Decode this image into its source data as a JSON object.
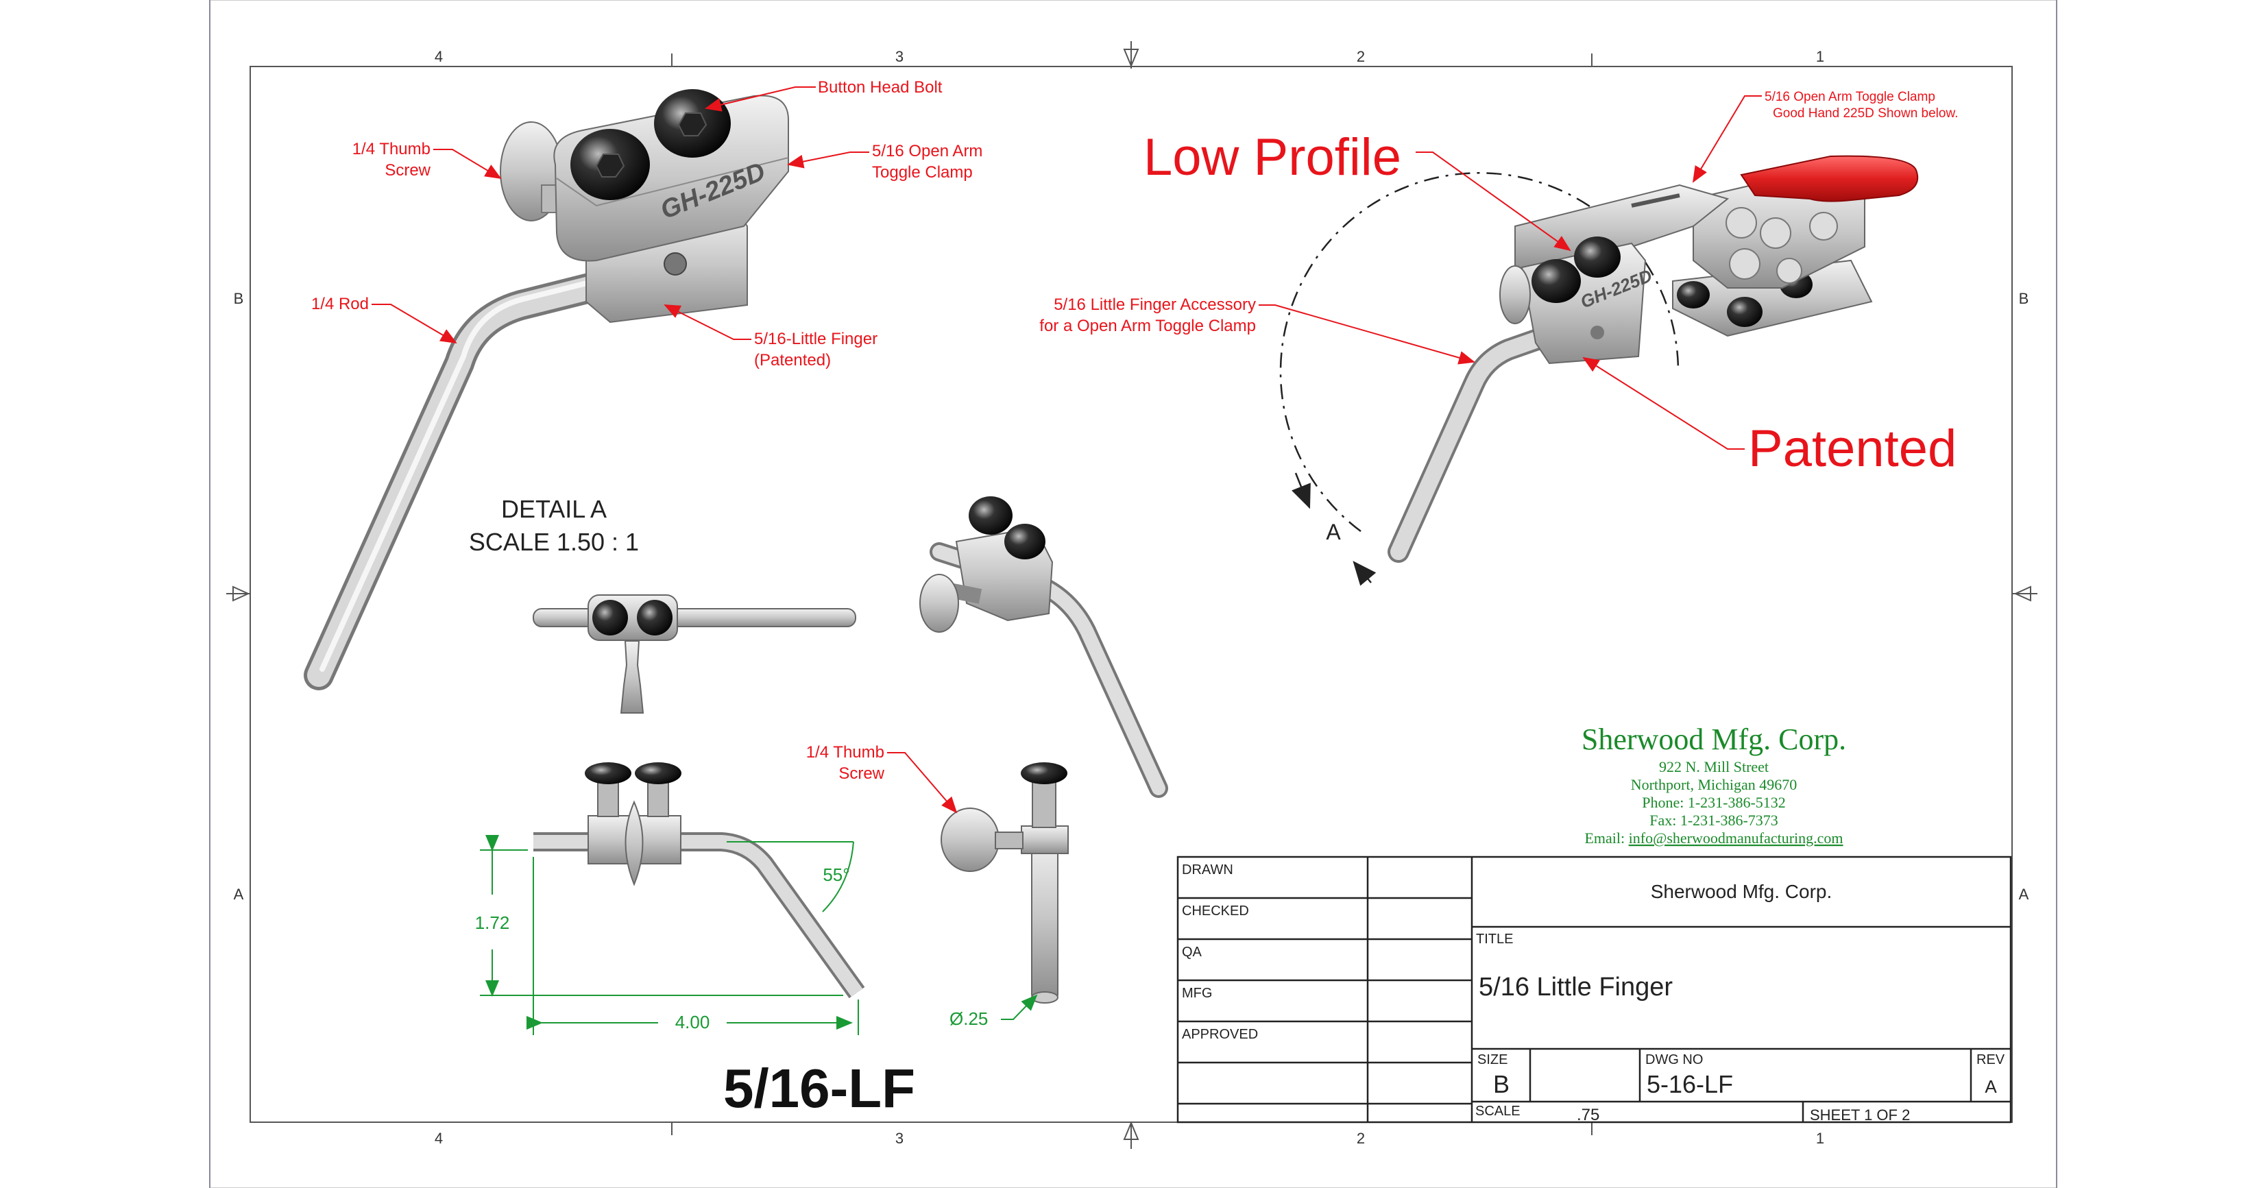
{
  "border": {
    "top_zones": [
      "4",
      "3",
      "2",
      "1"
    ],
    "bottom_zones": [
      "4",
      "3",
      "2",
      "1"
    ],
    "left_rows": [
      "B",
      "A"
    ],
    "right_rows": [
      "B",
      "A"
    ]
  },
  "callouts": {
    "button_head_bolt": "Button Head Bolt",
    "thumb_screw_top_1": "1/4 Thumb",
    "thumb_screw_top_2": "Screw",
    "open_arm_1": "5/16  Open Arm",
    "open_arm_2": "Toggle Clamp",
    "rod": "1/4 Rod",
    "little_finger_1": "5/16-Little Finger",
    "little_finger_2": "(Patented)",
    "part_marking": "GH-225D",
    "part_marking_iso": "GH-225D",
    "low_profile": "Low Profile",
    "patented": "Patented",
    "clamp_note_1": "5/16 Open Arm Toggle Clamp",
    "clamp_note_2": "Good Hand 225D Shown below.",
    "accessory_1": "5/16 Little Finger Accessory",
    "accessory_2": "for a Open Arm Toggle Clamp",
    "detail_letter": "A",
    "thumb_screw_bottom_1": "1/4 Thumb",
    "thumb_screw_bottom_2": "Screw"
  },
  "detail": {
    "title": "DETAIL  A",
    "scale": "SCALE 1.50 : 1"
  },
  "dimensions": {
    "height": "1.72",
    "length": "4.00",
    "angle": "55°",
    "diameter": "Ø.25"
  },
  "part_number": "5/16-LF",
  "company": {
    "name": "Sherwood Mfg. Corp.",
    "street": "922 N. Mill Street",
    "city": "Northport, Michigan 49670",
    "phone": "Phone: 1-231-386-5132",
    "fax": "Fax: 1-231-386-7373",
    "email_label": "Email: ",
    "email": "info@sherwoodmanufacturing.com"
  },
  "title_block": {
    "drawn": "DRAWN",
    "checked": "CHECKED",
    "qa": "QA",
    "mfg": "MFG",
    "approved": "APPROVED",
    "company": "Sherwood Mfg. Corp.",
    "title_label": "TITLE",
    "title": "5/16 Little Finger",
    "size_label": "SIZE",
    "size": "B",
    "dwg_label": "DWG NO",
    "dwg": "5-16-LF",
    "rev_label": "REV",
    "rev": "A",
    "scale_label": "SCALE",
    "scale": ".75",
    "sheet": "SHEET 1  OF 2"
  },
  "colors": {
    "callout_red": "#e8141b",
    "dimension_green": "#1a9a35",
    "company_green": "#1a8a2a",
    "handle_red": "#e02020"
  }
}
